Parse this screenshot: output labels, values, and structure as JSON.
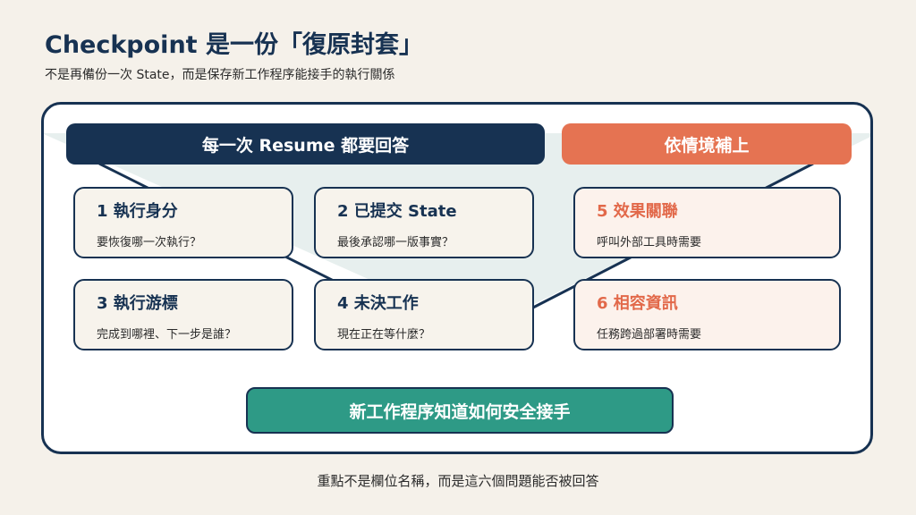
{
  "page": {
    "title": "Checkpoint 是一份「復原封套」",
    "subtitle": "不是再備份一次 State，而是保存新工作程序能接手的執行關係",
    "footer": "重點不是欄位名稱，而是這六個問題能否被回答"
  },
  "groups": {
    "required_label": "每一次 Resume 都要回答",
    "optional_label": "依情境補上"
  },
  "cards": [
    {
      "title": "1 執行身分",
      "desc": "要恢復哪一次執行？",
      "group": "required"
    },
    {
      "title": "2 已提交 State",
      "desc": "最後承認哪一版事實？",
      "group": "required"
    },
    {
      "title": "3 執行游標",
      "desc": "完成到哪裡、下一步是誰？",
      "group": "required"
    },
    {
      "title": "4 未決工作",
      "desc": "現在正在等什麼？",
      "group": "required"
    },
    {
      "title": "5 效果關聯",
      "desc": "呼叫外部工具時需要",
      "group": "optional"
    },
    {
      "title": "6 相容資訊",
      "desc": "任務跨過部署時需要",
      "group": "optional"
    }
  ],
  "result": {
    "label": "新工作程序知道如何安全接手"
  },
  "colors": {
    "navy": "#173252",
    "orange": "#e57352",
    "teal": "#2e9a86",
    "background": "#f5f1ea",
    "funnel": "#e7efee"
  }
}
